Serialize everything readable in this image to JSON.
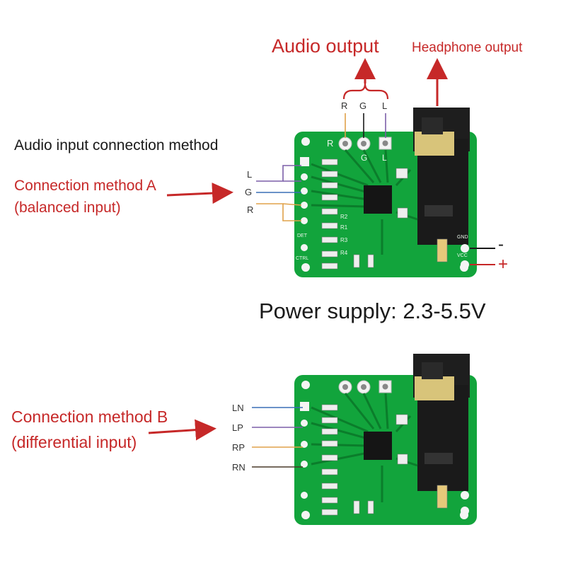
{
  "colors": {
    "accent": "#c62828",
    "pcb": "#12a43c",
    "pcb_dark": "#0b7d2b",
    "jack_metal": "#d8c47a",
    "wire_L": "#7b5fa8",
    "wire_G": "#3a6fb5",
    "wire_R": "#e0a24a",
    "wire_N": "#4a3a2a"
  },
  "labels": {
    "audio_output": "Audio output",
    "headphone_output": "Headphone output",
    "input_method": "Audio input connection method",
    "method_a_line1": "Connection method A",
    "method_a_line2": "(balanced input)",
    "method_b_line1": "Connection method B",
    "method_b_line2": "(differential input)",
    "power_supply": "Power supply: 2.3-5.5V",
    "minus": "-",
    "plus": "+"
  },
  "output_pins": [
    "R",
    "G",
    "L"
  ],
  "input_a_pins": [
    "L",
    "G",
    "R"
  ],
  "input_b_pins": [
    "LN",
    "LP",
    "RP",
    "RN"
  ],
  "board_marks": {
    "top_r": "R",
    "top_g": "G",
    "top_l": "L",
    "resistors": [
      "R2",
      "R1",
      "R3",
      "R4"
    ],
    "det": "DET",
    "ctrl": "CTRL",
    "gnd": "GND",
    "vcc": "VCC"
  }
}
